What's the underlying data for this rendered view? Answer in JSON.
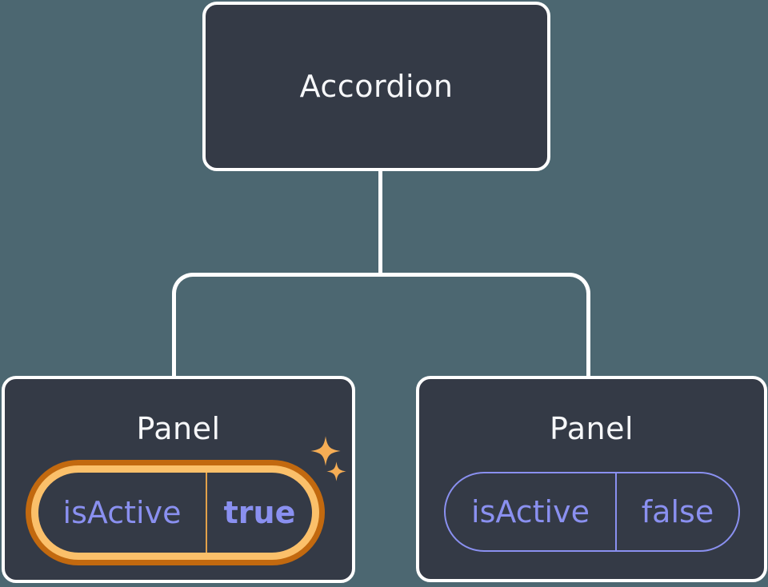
{
  "diagram": {
    "root": {
      "title": "Accordion"
    },
    "panels": [
      {
        "title": "Panel",
        "state": {
          "key": "isActive",
          "value": "true"
        },
        "highlighted": true
      },
      {
        "title": "Panel",
        "state": {
          "key": "isActive",
          "value": "false"
        },
        "highlighted": false
      }
    ]
  },
  "icons": {
    "sparkle_large": "sparkle-icon",
    "sparkle_small": "sparkle-icon"
  },
  "colors": {
    "background": "#4C6771",
    "card": "#343A46",
    "line": "#FFFFFF",
    "title_text": "#F6F7F9",
    "purple": "#8A90F0",
    "orange_dark": "#C2690F",
    "orange_light": "#FBC06A",
    "orange_divider": "#E2A14A",
    "sparkle": "#F5AD55"
  }
}
